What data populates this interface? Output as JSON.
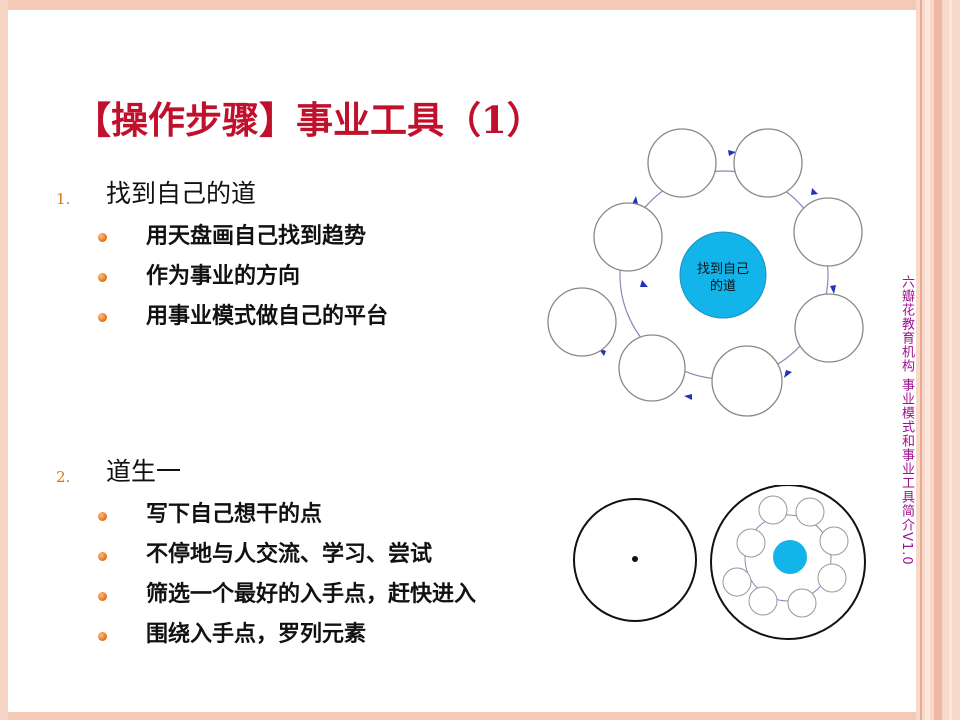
{
  "slide": {
    "title": "【操作步骤】事业工具（1）",
    "side_text": "六瓣花教育机构    事业模式和事业工具简介V1.0"
  },
  "sections": [
    {
      "number": "1.",
      "heading": "找到自己的道",
      "items": [
        "用天盘画自己找到趋势",
        "作为事业的方向",
        "用事业模式做自己的平台"
      ]
    },
    {
      "number": "2.",
      "heading": "道生一",
      "items": [
        "写下自己想干的点",
        "不停地与人交流、学习、尝试",
        "筛选一个最好的入手点，赶快进入",
        "围绕入手点，罗列元素"
      ]
    }
  ],
  "diagram_top": {
    "center_label_line1": "找到自己",
    "center_label_line2": "的道",
    "center_color": "#12b4ea"
  },
  "diagram_bottom": {
    "center_color": "#12b4ea"
  },
  "colors": {
    "title": "#c0102c",
    "number": "#d4791a",
    "bullet": "#e5781c",
    "side_text": "#a01090",
    "arrow": "#2233bb"
  }
}
